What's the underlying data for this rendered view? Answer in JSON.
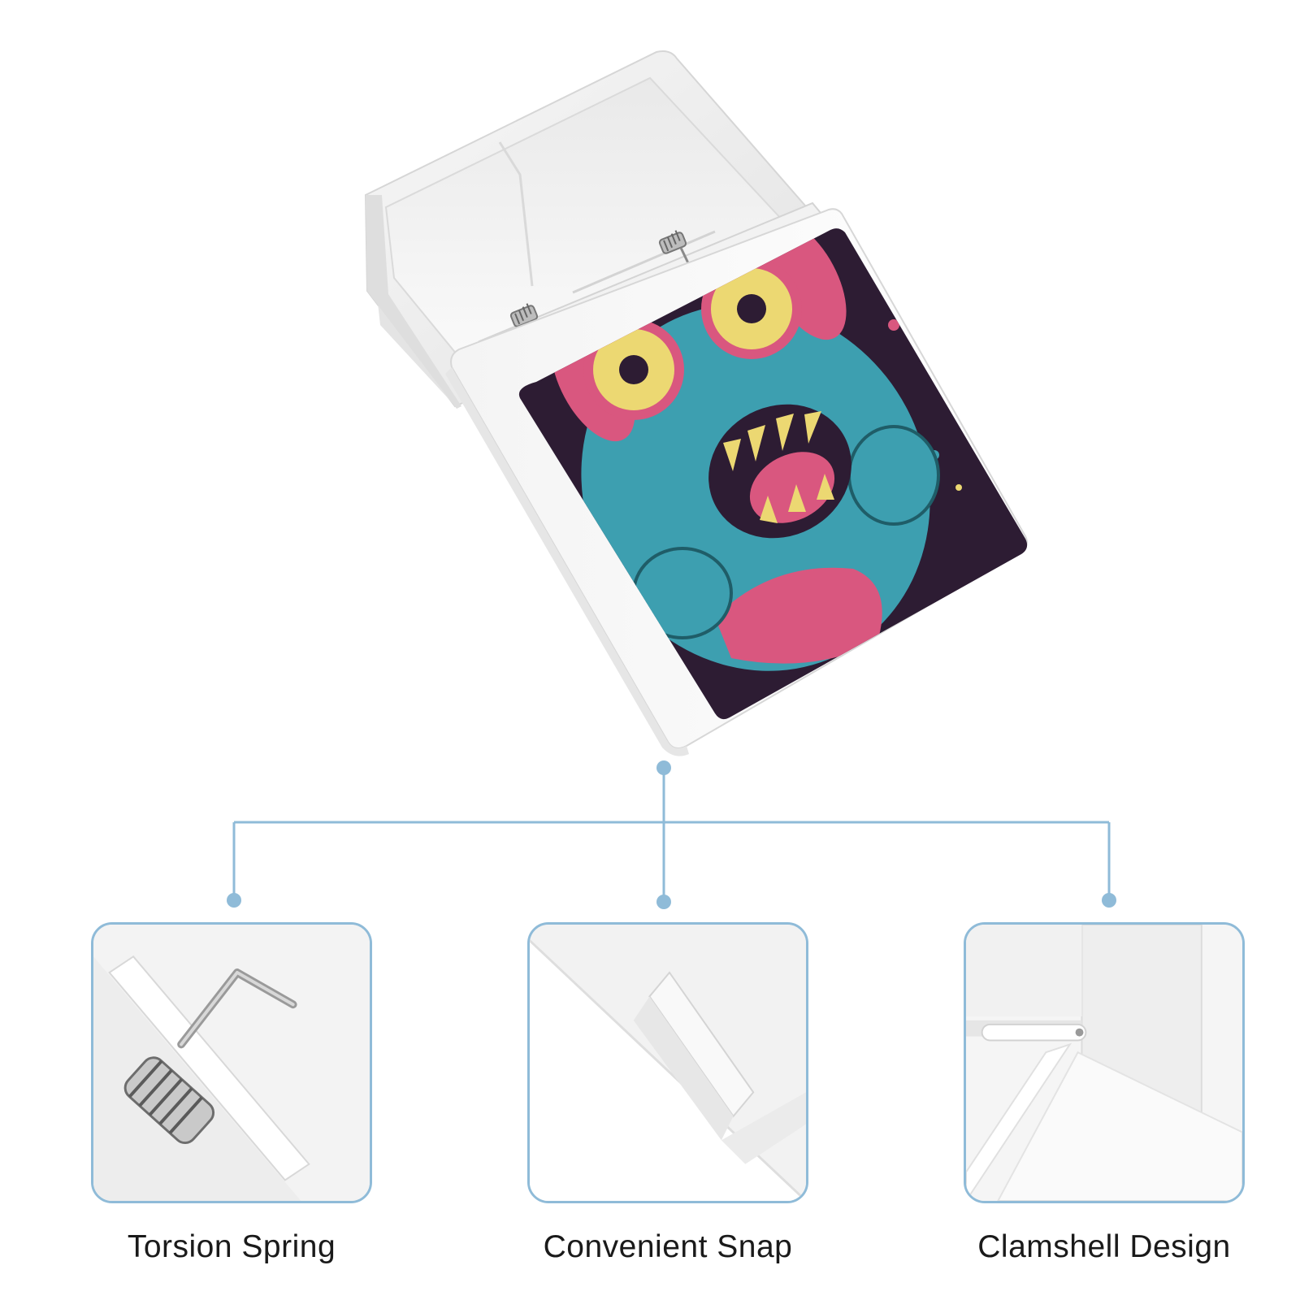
{
  "features": [
    {
      "label": "Torsion Spring"
    },
    {
      "label": "Convenient Snap"
    },
    {
      "label": "Clamshell Design"
    }
  ],
  "colors": {
    "accent_line": "#8fbbd8",
    "artwork_background": "#2d1c33",
    "artwork_teal": "#3d9fb0",
    "artwork_pink": "#d9577f",
    "artwork_yellow": "#ecd872",
    "case_white": "#ffffff"
  },
  "icons": {
    "product": "clamshell-case-image",
    "artwork": "monster-artwork",
    "detail_1": "torsion-spring-closeup",
    "detail_2": "snap-closeup",
    "detail_3": "clamshell-hinge-closeup"
  }
}
